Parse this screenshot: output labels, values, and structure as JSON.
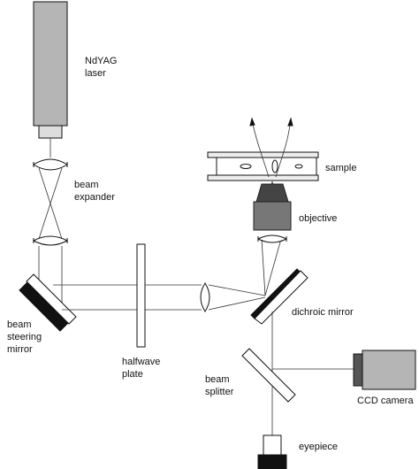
{
  "labels": {
    "laser_line1": "NdYAG",
    "laser_line2": "laser",
    "expander_line1": "beam",
    "expander_line2": "expander",
    "steering_line1": "beam",
    "steering_line2": "steering",
    "steering_line3": "mirror",
    "halfwave_line1": "halfwave",
    "halfwave_line2": "plate",
    "sample": "sample",
    "objective": "objective",
    "dichroic": "dichroic mirror",
    "splitter_line1": "beam",
    "splitter_line2": "splitter",
    "ccd": "CCD camera",
    "eyepiece": "eyepiece"
  }
}
